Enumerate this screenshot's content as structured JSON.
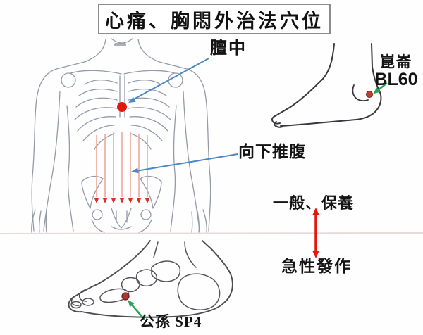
{
  "title": "心痛、胸悶外治法穴位",
  "diagram": {
    "torso": {
      "point_label": "膻中",
      "massage_label": "向下推腹"
    },
    "ankle": {
      "point_name": "崑崙",
      "point_code": "BL60"
    },
    "foot": {
      "point_label": "公孫 SP4"
    },
    "legend": {
      "general": "一般、保養",
      "acute": "急性發作"
    }
  },
  "colors": {
    "acupoint_red": "#e2180d",
    "dark_point_red": "#b23430",
    "pointer_blue": "#4d87c6",
    "pointer_green": "#2aa558",
    "abdomen_line_pink": "#eba89b",
    "sketch_gray": "#959aa8",
    "outline_dark": "#38383d",
    "divider_pink": "#ead9d9",
    "title_border_gray": "#8c8c8c"
  }
}
